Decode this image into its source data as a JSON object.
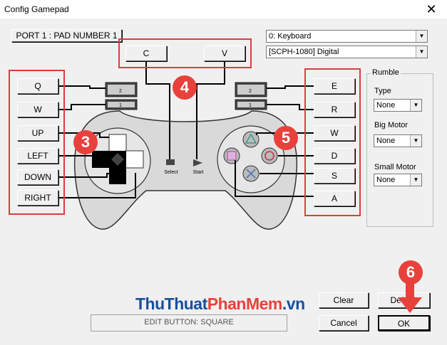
{
  "window": {
    "title": "Config Gamepad",
    "close_glyph": "✕"
  },
  "port": {
    "label": "PORT 1 : PAD NUMBER 1"
  },
  "device": {
    "selected": "0: Keyboard"
  },
  "model": {
    "selected": "[SCPH-1080] Digital"
  },
  "top_keys": {
    "select": "C",
    "start": "V"
  },
  "left_keys": [
    "Q",
    "W",
    "UP",
    "LEFT",
    "DOWN",
    "RIGHT"
  ],
  "right_keys": [
    "E",
    "R",
    "W",
    "D",
    "S",
    "A"
  ],
  "pad": {
    "l2": "2",
    "l1": "1",
    "r2": "2",
    "r1": "1",
    "select_label": "Select",
    "start_label": "Start"
  },
  "rumble": {
    "title": "Rumble",
    "type_label": "Type",
    "type_value": "None",
    "big_label": "Big Motor",
    "big_value": "None",
    "small_label": "Small Motor",
    "small_value": "None"
  },
  "buttons": {
    "clear": "Clear",
    "default": "Default",
    "cancel": "Cancel",
    "ok": "OK"
  },
  "status": {
    "text": "EDIT BUTTON: SQUARE"
  },
  "badges": {
    "b3": "3",
    "b4": "4",
    "b5": "5",
    "b6": "6"
  },
  "watermark": {
    "p1": "ThuThuat",
    "p2": "PhanMem",
    "p3": ".vn"
  },
  "colors": {
    "annotation_red": "#e03c3c",
    "wm_blue": "#1a4f9c",
    "wm_red": "#e8413b"
  }
}
